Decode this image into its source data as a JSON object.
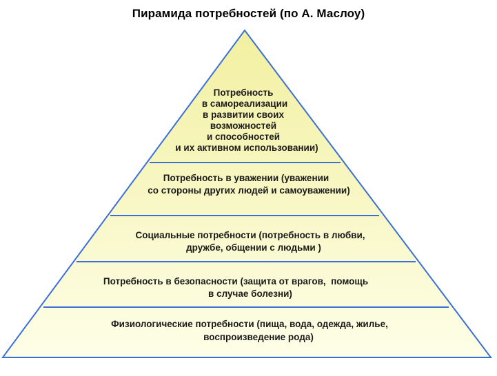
{
  "title": "Пирамида потребностей (по А. Маслоу)",
  "colors": {
    "fill_top": "#f2f0a0",
    "fill_bottom": "#fefee8",
    "outline": "#3a6fd8",
    "text": "#1a1a1a"
  },
  "levels": [
    {
      "lines": [
        "Потребность",
        "в самореализации",
        "в развитии своих",
        "возможностей",
        "и способностей",
        "и их активном использовании)"
      ]
    },
    {
      "lines": [
        "Потребность в уважении (уважении",
        "со стороны других людей и самоуважении)"
      ]
    },
    {
      "lines": [
        "Социальные потребности (потребность в любви,",
        "дружбе, общении с людьми )"
      ]
    },
    {
      "lines": [
        "Потребность в безопасности (защита от врагов,  помощь",
        "в случае болезни)"
      ]
    },
    {
      "lines": [
        "Физиологические потребности (пища, вода, одежда, жилье,",
        "воспроизведение рода)"
      ]
    }
  ]
}
